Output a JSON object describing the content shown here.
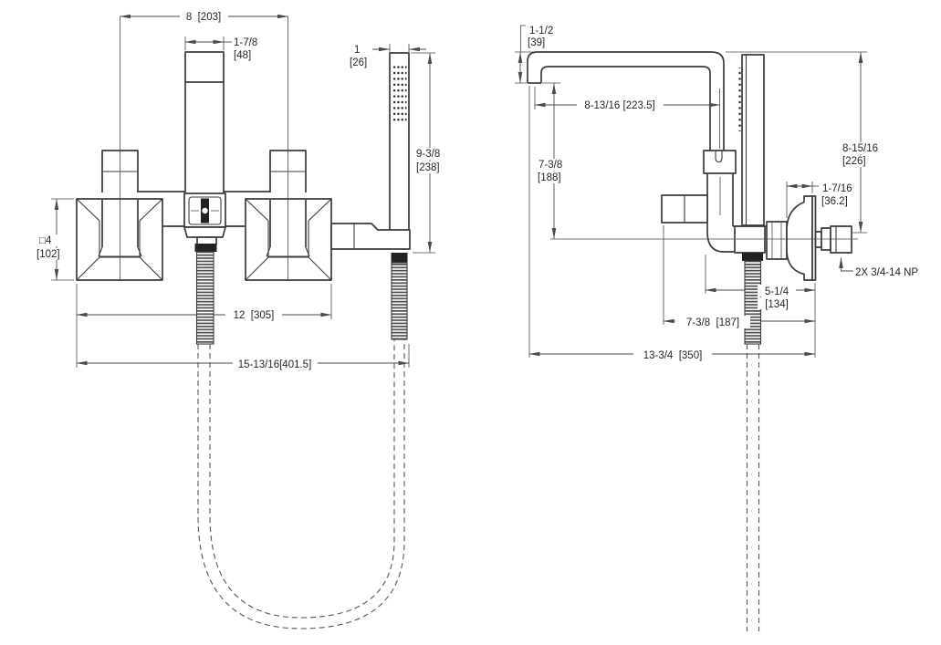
{
  "style": {
    "line_color": "#3b3b3b",
    "dim_color": "#4a4a4a",
    "text_color": "#262626",
    "background": "#ffffff"
  },
  "front_view": {
    "dim_handle_spacing": "8  [203]",
    "dim_spout_width_line1": "1-7/8",
    "dim_spout_width_line2": "[48]",
    "dim_wand_width_line1": "1",
    "dim_wand_width_line2": "[26]",
    "dim_wand_height_line1": "9-3/8",
    "dim_wand_height_line2": "[238]",
    "dim_escutcheon_line1": "□4",
    "dim_escutcheon_line2": "[102]",
    "dim_escutcheon_span": "12  [305]",
    "dim_overall_width": "15-13/16[401.5]"
  },
  "side_view": {
    "dim_spout_drop_line1": "1-1/2",
    "dim_spout_drop_line2": "[39]",
    "dim_spout_reach": "8-13/16 [223.5]",
    "dim_outlet_height_line1": "7-3/8",
    "dim_outlet_height_line2": "[188]",
    "dim_overall_height_line1": "8-15/16",
    "dim_overall_height_line2": "[226]",
    "dim_union_width_line1": "1-7/16",
    "dim_union_width_line2": "[36.2]",
    "inlet_thread_callout": "2X 3/4-14 NP",
    "dim_union_offset_line1": "5-1/4",
    "dim_union_offset_line2": "[134]",
    "dim_handle_offset": "7-3/8  [187]",
    "dim_overall_depth": "13-3/4  [350]"
  }
}
